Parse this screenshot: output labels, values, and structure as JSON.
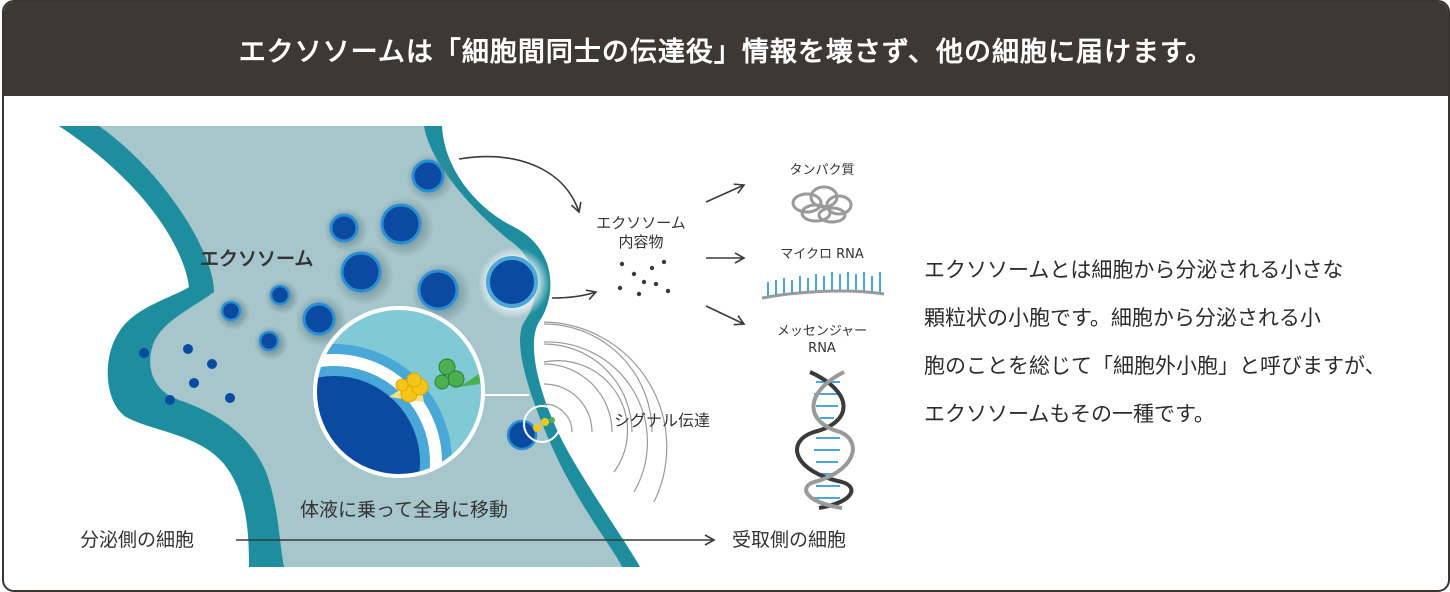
{
  "header": {
    "title": "エクソソームは「細胞間同士の伝達役」情報を壊さず、他の細胞に届けます。"
  },
  "diagram": {
    "exosome_label": "エクソソーム",
    "contents_label_line1": "エクソソーム",
    "contents_label_line2": "内容物",
    "protein_label": "タンパク質",
    "microrna_label": "マイクロ RNA",
    "mrna_label_line1": "メッセンジャー",
    "mrna_label_line2": "RNA",
    "signal_label": "シグナル伝達",
    "body_fluid_label": "体液に乗って全身に移動",
    "secreting_cell_label": "分泌側の細胞",
    "receiving_cell_label": "受取側の細胞"
  },
  "description": {
    "lines": [
      "エクソソームとは細胞から分泌される小さな",
      "顆粒状の小胞です。細胞から分泌される小",
      "胞のことを総じて「細胞外小胞」と呼びますが、",
      "エクソソームもその一種です。"
    ]
  },
  "colors": {
    "header_bg": "#3e3835",
    "fluid": "#a6c6cc",
    "membrane": "#1e8e9e",
    "vesicle": "#0a4aa0",
    "vesicle_ring": "#2a8fd4",
    "zoom_bg": "#7fcad4",
    "accent_blue": "#4aa8d8"
  }
}
